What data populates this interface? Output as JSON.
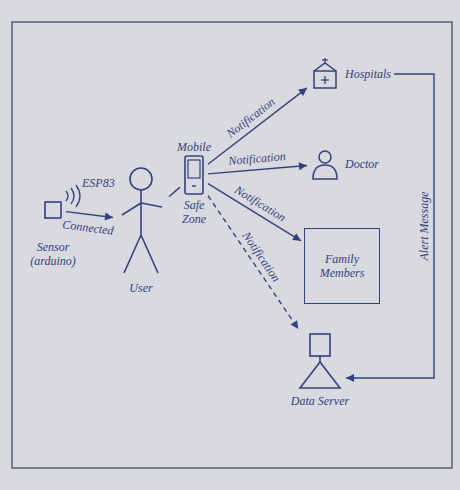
{
  "diagram": {
    "nodes": [
      {
        "text": [
          "Sensor (arduino)"
        ]
      },
      {
        "text": [
          "User"
        ]
      },
      {
        "text": [
          "Mobile",
          "Safe Zone"
        ]
      },
      {
        "text": [
          "Hospitals"
        ]
      },
      {
        "text": [
          "Doctor"
        ]
      },
      {
        "text": [
          "Family Members"
        ]
      },
      {
        "text": [
          "Data Server"
        ]
      }
    ],
    "edges": [
      {
        "from": 0,
        "to": 1,
        "label": "Connected",
        "arrow": "to"
      },
      {
        "from": 1,
        "to": 2,
        "arrow": "none"
      },
      {
        "from": 2,
        "to": 3,
        "label": "Notification",
        "arrow": "to"
      },
      {
        "from": 2,
        "to": 4,
        "label": "Notification",
        "arrow": "to"
      },
      {
        "from": 2,
        "to": 5,
        "label": "Notification",
        "arrow": "to"
      },
      {
        "from": 2,
        "to": 6,
        "label": "Notification",
        "arrow": "to"
      },
      {
        "from": 3,
        "to": 6,
        "label": "Alert Message",
        "arrow": "to"
      }
    ],
    "labels": [
      "ESP83"
    ]
  }
}
